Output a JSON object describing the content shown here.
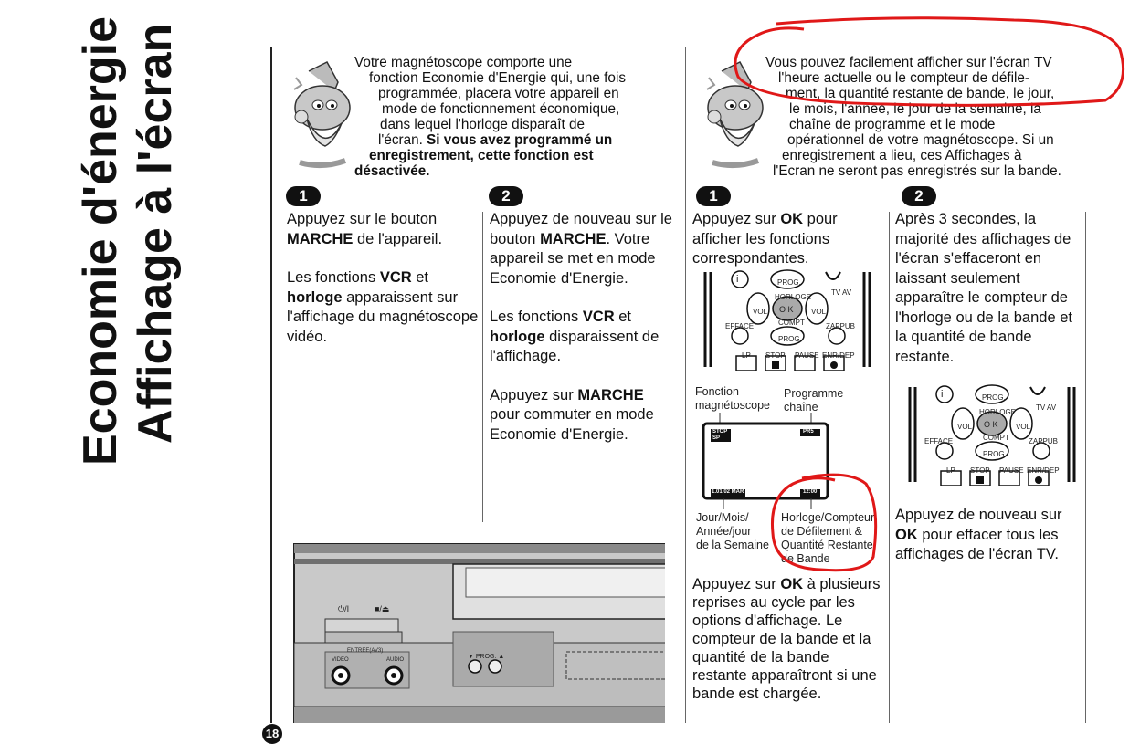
{
  "title": {
    "line1": "Economie d'énergie",
    "line2": "Affichage à l'écran"
  },
  "page_number": "18",
  "left": {
    "intro_lines": [
      "Votre magnétoscope comporte une",
      "fonction Economie d'Energie qui, une fois",
      "programmée, placera votre appareil en",
      "mode de fonctionnement économique,",
      "dans lequel l'horloge disparaît de",
      "l'écran."
    ],
    "intro_bold_1": "Si vous avez programmé un",
    "intro_bold_2": "enregistrement, cette fonction est",
    "intro_bold_3": "désactivée.",
    "step1": {
      "number": "1",
      "p1_a": "Appuyez sur le bouton ",
      "p1_b": "MARCHE",
      "p1_c": " de l'appareil.",
      "p2_a": "Les fonctions ",
      "p2_b": "VCR",
      "p2_c": " et ",
      "p2_d": "horloge",
      "p2_e": " apparaissent sur l'affichage du magnétoscope vidéo."
    },
    "step2": {
      "number": "2",
      "p1_a": "Appuyez de nouveau sur le bouton ",
      "p1_b": "MARCHE",
      "p1_c": ". Votre appareil se met en mode Economie d'Energie.",
      "p2_a": "Les fonctions ",
      "p2_b": "VCR",
      "p2_c": " et ",
      "p2_d": "horloge",
      "p2_e": " disparaissent de l'affichage.",
      "p3_a": "Appuyez sur ",
      "p3_b": "MARCHE",
      "p3_c": " pour commuter en mode Economie d'Energie."
    },
    "vcr": {
      "power_label": "⏻/I",
      "stop_eject_label": "■/⏏",
      "input_label": "ENTREE(AV3)",
      "video_label": "VIDEO",
      "audio_label": "AUDIO",
      "prog_label": "▼ PROG. ▲"
    }
  },
  "right": {
    "intro_lines": [
      "Vous pouvez facilement afficher sur l'écran TV",
      "l'heure actuelle ou le compteur de défile-",
      "ment, la quantité restante de bande, le jour,",
      "le mois, l'année, le jour de la semaine, la",
      "chaîne de programme et le mode",
      "opérationnel de votre magnétoscope. Si un",
      "enregistrement a lieu, ces Affichages à",
      "l'Ecran ne seront pas enregistrés sur la bande."
    ],
    "step1": {
      "number": "1",
      "p1_a": "Appuyez sur ",
      "p1_b": "OK",
      "p1_c": " pour afficher les fonctions correspondantes.",
      "p2_a": "Appuyez sur ",
      "p2_b": "OK",
      "p2_c": " à plusieurs reprises au cycle par les options d'affichage.  Le compteur de la  bande et la quantité de la bande restante apparaîtront si une bande est chargée."
    },
    "step2": {
      "number": "2",
      "p1": "Après 3 secondes, la majorité des affichages de l'écran s'effaceront en laissant seulement apparaître  le compteur de l'horloge ou de la bande et la quantité de bande restante.",
      "p2_a": "Appuyez de nouveau sur ",
      "p2_b": "OK",
      "p2_c": " pour effacer tous les affichages de l'écran TV."
    },
    "remote": {
      "info": "i",
      "prog": "PROG.",
      "tvav": "TV AV",
      "horloge": "HORLOGE",
      "vol": "VOL",
      "ok": "O K",
      "efface": "EFFACE",
      "compt": "COMPT",
      "zappub": "ZAPPUB",
      "lp": "LP",
      "stop": "STOP",
      "pause": "PAUSE",
      "enrdep": "ENR/DEP"
    },
    "tv_diagram": {
      "label_fonction_1": "Fonction",
      "label_fonction_2": "magnétoscope",
      "label_programme_1": "Programme",
      "label_programme_2": "chaîne",
      "screen_stop": "STOP",
      "screen_sp": "SP",
      "screen_channel": "PR5",
      "screen_date": "1.01.02 MAR",
      "screen_time": "12:00",
      "label_jour_1": "Jour/Mois/",
      "label_jour_2": "Année/jour",
      "label_jour_3": "de la Semaine",
      "label_horloge_1": "Horloge/Compteur",
      "label_horloge_2": "de Défilement &",
      "label_horloge_3": "Quantité Restante",
      "label_horloge_4": "de Bande"
    }
  },
  "colors": {
    "annotation": "#e01818",
    "text": "#111111",
    "vcr_body": "#c9c9c9"
  }
}
